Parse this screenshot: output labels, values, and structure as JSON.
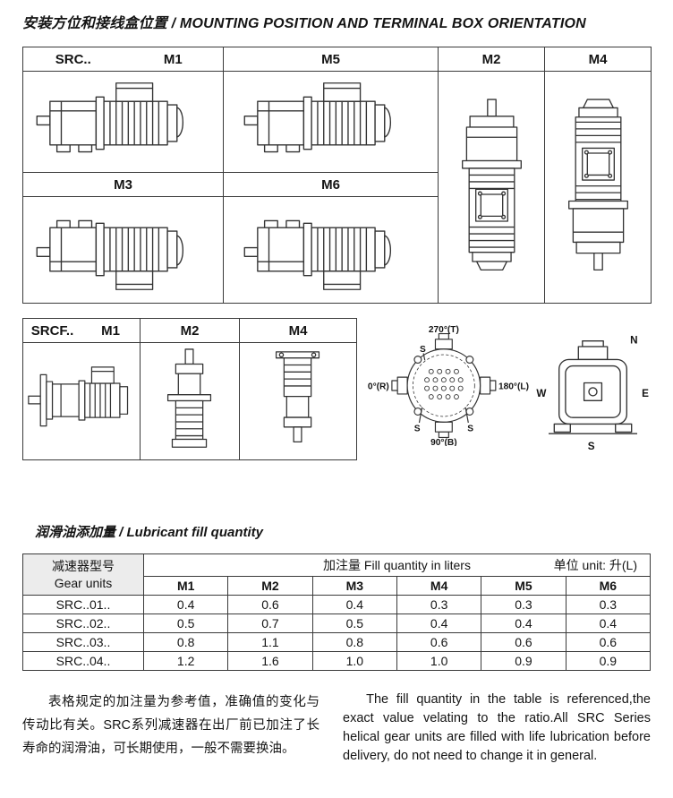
{
  "title": "安装方位和接线盒位置 / MOUNTING POSITION AND TERMINAL BOX ORIENTATION",
  "mounting": {
    "series_label": "SRC..",
    "m1": "M1",
    "m5": "M5",
    "m2": "M2",
    "m4": "M4",
    "m3": "M3",
    "m6": "M6"
  },
  "srcf": {
    "series_label": "SRCF..",
    "m1": "M1",
    "m2": "M2",
    "m4": "M4"
  },
  "orientation": {
    "top": "270°(T)",
    "left": "0°(R)",
    "right": "180°(L)",
    "bottom": "90°(B)",
    "s1": "S",
    "s2": "S",
    "s3": "S"
  },
  "compass": {
    "n": "N",
    "w": "W",
    "e": "E",
    "s": "S"
  },
  "lubricant": {
    "section_title": "润滑油添加量 / Lubricant fill quantity",
    "gear_units_cn": "减速器型号",
    "gear_units_en": "Gear  units",
    "fill_header": "加注量  Fill quantity in liters",
    "unit_header": "单位 unit: 升(L)",
    "columns": [
      "M1",
      "M2",
      "M3",
      "M4",
      "M5",
      "M6"
    ],
    "rows": [
      {
        "model": "SRC..01..",
        "v": [
          "0.4",
          "0.6",
          "0.4",
          "0.3",
          "0.3",
          "0.3"
        ]
      },
      {
        "model": "SRC..02..",
        "v": [
          "0.5",
          "0.7",
          "0.5",
          "0.4",
          "0.4",
          "0.4"
        ]
      },
      {
        "model": "SRC..03..",
        "v": [
          "0.8",
          "1.1",
          "0.8",
          "0.6",
          "0.6",
          "0.6"
        ]
      },
      {
        "model": "SRC..04..",
        "v": [
          "1.2",
          "1.6",
          "1.0",
          "1.0",
          "0.9",
          "0.9"
        ]
      }
    ]
  },
  "notes": {
    "cn": "表格规定的加注量为参考值，准确值的变化与传动比有关。SRC系列减速器在出厂前已加注了长寿命的润滑油，可长期使用，一般不需要换油。",
    "en": "The fill quantity in the table is referenced,the exact value velating to the ratio.All SRC  Series helical gear units are filled with life lubrication before delivery, do not need to change it in general."
  }
}
